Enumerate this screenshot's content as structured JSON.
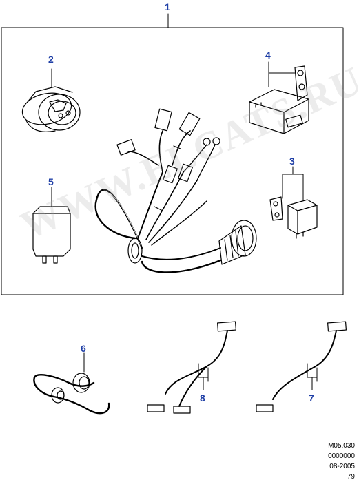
{
  "callouts": {
    "c1": "1",
    "c2": "2",
    "c3": "3",
    "c4": "4",
    "c5": "5",
    "c6": "6",
    "c7": "7",
    "c8": "8"
  },
  "reference": {
    "line1": "M05.030",
    "line2": "0000000",
    "line3": "08-2005",
    "line4": "79"
  },
  "watermark": "WWW.ELCATS.RU",
  "colors": {
    "callout": "#1f3fa6",
    "line": "#000000",
    "watermark": "#aaaaaa"
  }
}
